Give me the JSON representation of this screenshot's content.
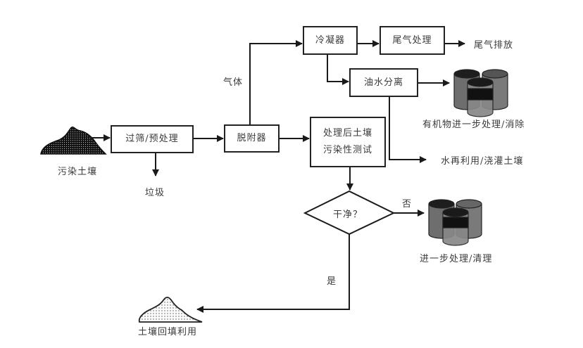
{
  "diagram": {
    "nodes": {
      "contaminated_soil": "污染土壤",
      "screening": "过筛/预处理",
      "waste": "垃圾",
      "desorber": "脱附器",
      "gas": "气体",
      "condenser": "冷凝器",
      "exhaust_treatment": "尾气处理",
      "exhaust_emission": "尾气排放",
      "oil_water_separation": "油水分离",
      "organic_treatment": "有机物进一步处理/消除",
      "water_reuse": "水再利用/浇灌土壤",
      "soil_test_line1": "处理后土壤",
      "soil_test_line2": "污染性测试",
      "clean_decision": "干净？",
      "no": "否",
      "yes": "是",
      "further_treatment": "进一步处理/清理",
      "soil_backfill": "土壤回填利用"
    },
    "colors": {
      "line": "#1a1a1a",
      "soil_dark": "#111111",
      "soil_light": "#f2f2f2",
      "drum_dark": "#1e1e1e",
      "drum_mid": "#6a6a6a",
      "drum_light": "#8a8a8a"
    }
  }
}
